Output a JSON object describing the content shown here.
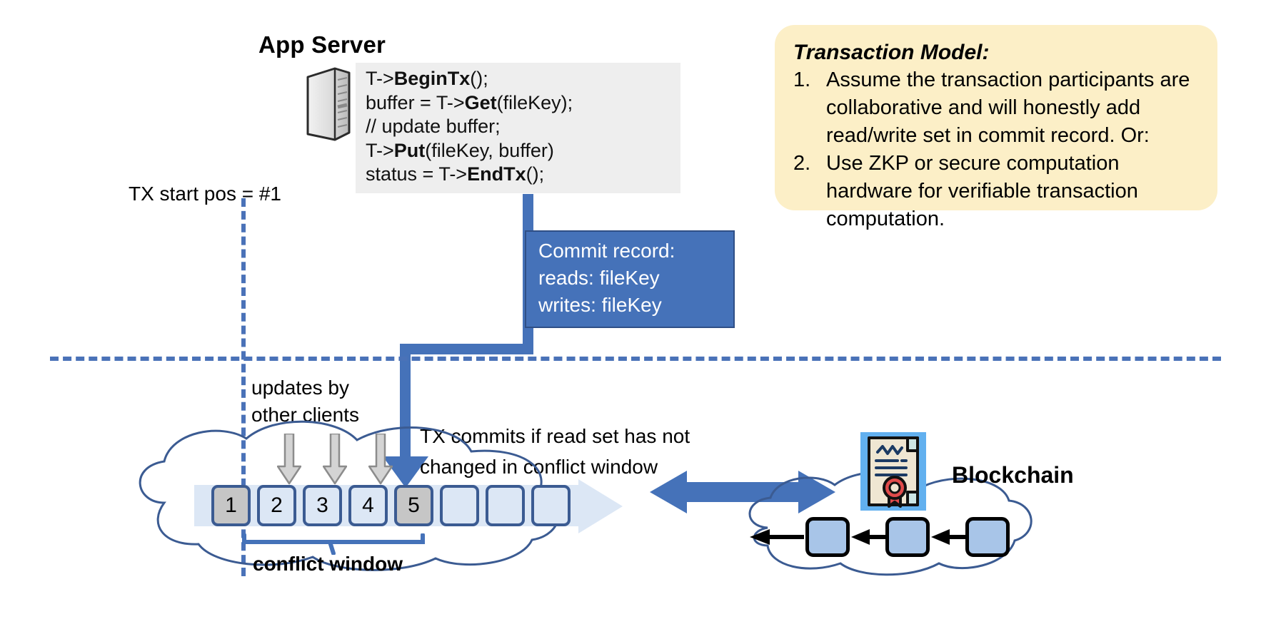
{
  "diagram": {
    "title_app_server": "App Server",
    "code_block": {
      "lines": [
        [
          {
            "t": "T->",
            "b": false
          },
          {
            "t": "BeginTx",
            "b": true
          },
          {
            "t": "();",
            "b": false
          }
        ],
        [
          {
            "t": "buffer = T->",
            "b": false
          },
          {
            "t": "Get",
            "b": true
          },
          {
            "t": "(fileKey);",
            "b": false
          }
        ],
        [
          {
            "t": "// update buffer;",
            "b": false
          }
        ],
        [
          {
            "t": "T->",
            "b": false
          },
          {
            "t": "Put",
            "b": true
          },
          {
            "t": "(fileKey, buffer)",
            "b": false
          }
        ],
        [
          {
            "t": "status = T->",
            "b": false
          },
          {
            "t": "EndTx",
            "b": true
          },
          {
            "t": "();",
            "b": false
          }
        ]
      ]
    },
    "tx_start_label": "TX start pos = #1",
    "commit_record": {
      "line1": "Commit record:",
      "line2": "reads: fileKey",
      "line3": "writes: fileKey"
    },
    "transaction_model": {
      "title": "Transaction Model:",
      "items": [
        {
          "num": "1.",
          "text": "Assume the transaction participants are collaborative and will honestly add read/write set in commit record.  Or:"
        },
        {
          "num": "2.",
          "text": "Use ZKP or secure computation hardware for verifiable transaction computation."
        }
      ]
    },
    "updates_label_line1": "updates by",
    "updates_label_line2": "other clients",
    "tx_commits_label_line1": "TX commits if read set has not",
    "tx_commits_label_line2": "changed in conflict window",
    "conflict_window_label": "conflict window",
    "blockchain_label": "Blockchain",
    "ledger_cells": [
      {
        "label": "1",
        "filled": true
      },
      {
        "label": "2",
        "filled": false
      },
      {
        "label": "3",
        "filled": false
      },
      {
        "label": "4",
        "filled": false
      },
      {
        "label": "5",
        "filled": true
      },
      {
        "label": "",
        "filled": false
      },
      {
        "label": "",
        "filled": false
      },
      {
        "label": "",
        "filled": false
      }
    ],
    "icons": {
      "server": "server-tower-icon",
      "certificate": "certificate-seal-icon"
    },
    "colors": {
      "accent_blue": "#4572b9",
      "dashed_blue": "#4a72b8",
      "cloud_outline": "#3b5b92",
      "callout_yellow": "#fcefc7",
      "code_grey": "#eeeeee",
      "cell_light": "#dce7f5",
      "cell_filled": "#c6c6c6",
      "chain_block": "#a8c5e8",
      "seal_red": "#e04b4b"
    }
  }
}
